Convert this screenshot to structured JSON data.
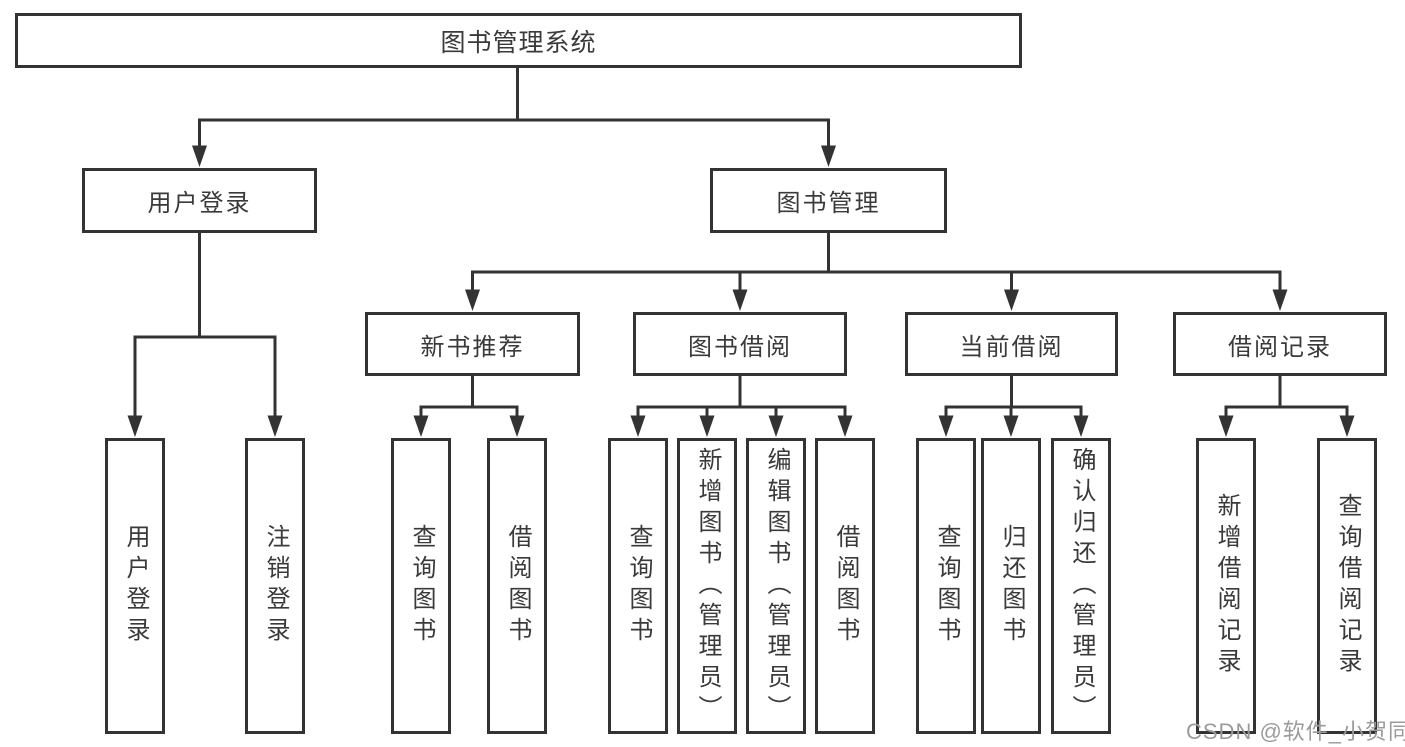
{
  "colors": {
    "background": "#ffffff",
    "box_border": "#333333",
    "connector_line": "#333333",
    "node_text": "#3a3a3a",
    "watermark_text": "#9b9b9b"
  },
  "watermark": {
    "text": "CSDN @软件_小贺同学"
  },
  "tree": {
    "root": {
      "label": "图书管理系统"
    },
    "user_login": {
      "label": "用户登录",
      "children": [
        {
          "label": "用户登录"
        },
        {
          "label": "注销登录"
        }
      ]
    },
    "book_management": {
      "label": "图书管理",
      "groups": [
        {
          "label": "新书推荐",
          "children": [
            {
              "label": "查询图书"
            },
            {
              "label": "借阅图书"
            }
          ]
        },
        {
          "label": "图书借阅",
          "children": [
            {
              "label": "查询图书"
            },
            {
              "label": "新增图书（管理员）"
            },
            {
              "label": "编辑图书（管理员）"
            },
            {
              "label": "借阅图书"
            }
          ]
        },
        {
          "label": "当前借阅",
          "children": [
            {
              "label": "查询图书"
            },
            {
              "label": "归还图书"
            },
            {
              "label": "确认归还（管理员）"
            }
          ]
        },
        {
          "label": "借阅记录",
          "children": [
            {
              "label": "新增借阅记录"
            },
            {
              "label": "查询借阅记录"
            }
          ]
        }
      ]
    }
  }
}
